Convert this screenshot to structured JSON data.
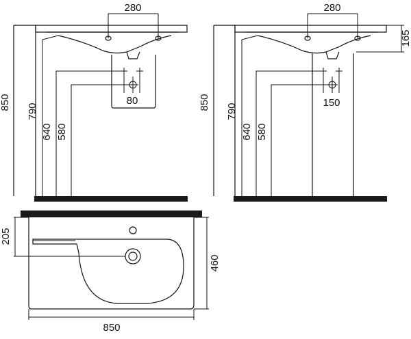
{
  "views": {
    "left_elevation": {
      "top_width": "280",
      "overall_height": "850",
      "height_790": "790",
      "height_640": "640",
      "height_580": "580",
      "pipe_offset": "80"
    },
    "right_elevation": {
      "top_width": "280",
      "top_offset": "165",
      "overall_height": "850",
      "height_790": "790",
      "height_640": "640",
      "height_580": "580",
      "pipe_offset": "150"
    },
    "plan_view": {
      "left_offset": "205",
      "depth": "460",
      "width": "850"
    }
  },
  "colors": {
    "line": "#111111",
    "floor": "#1a1a1a",
    "background": "#ffffff"
  }
}
